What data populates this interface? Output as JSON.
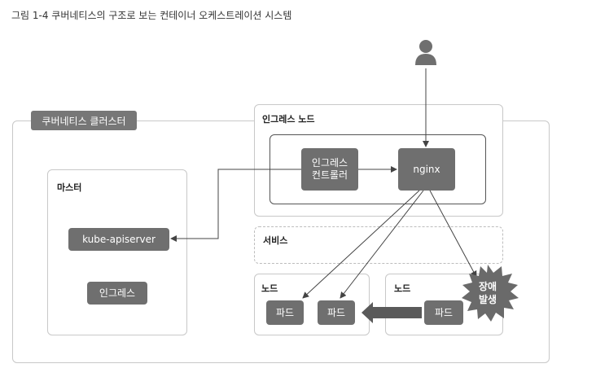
{
  "caption": "그림 1-4  쿠버네티스의 구조로 보는 컨테이너 오케스트레이션 시스템",
  "cluster": {
    "label": "쿠버네티스 클러스터"
  },
  "master": {
    "title": "마스터",
    "apiserver": "kube-apiserver",
    "ingress": "인그레스"
  },
  "ingress_node": {
    "title": "인그레스 노드",
    "controller_line1": "인그레스",
    "controller_line2": "컨트롤러",
    "nginx": "nginx"
  },
  "service": {
    "title": "서비스"
  },
  "nodes": [
    {
      "title": "노드",
      "pods": [
        "파드",
        "파드"
      ]
    },
    {
      "title": "노드",
      "pods": [
        "파드"
      ]
    }
  ],
  "failure": {
    "line1": "장애",
    "line2": "발생"
  },
  "colors": {
    "box": "#6f6f6f",
    "border": "#c8c8c8",
    "arrow": "#555555"
  }
}
